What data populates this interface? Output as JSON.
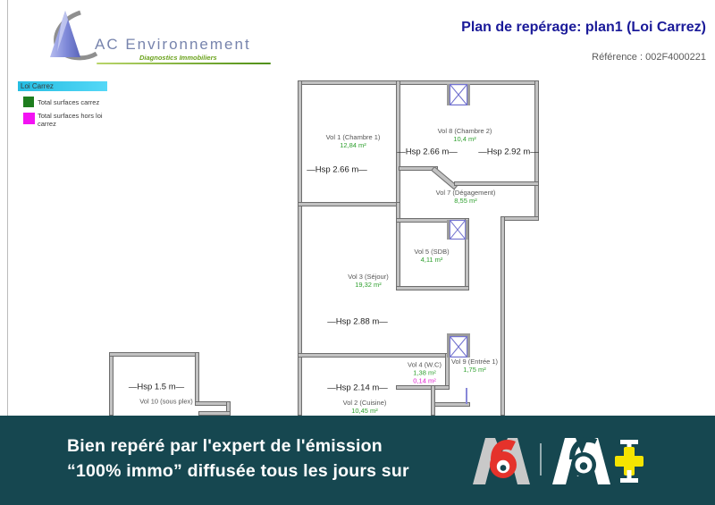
{
  "header": {
    "title": "Plan de repérage: plan1 (Loi Carrez)",
    "reference": "Référence : 002F4000221",
    "logo_name": "AC Environnement",
    "logo_tagline": "Diagnostics Immobiliers"
  },
  "legend": {
    "title": "Loi Carrez",
    "carrez_label": "Total surfaces carrez",
    "hors_label": "Total surfaces hors loi carrez"
  },
  "plan": {
    "rooms": {
      "vol1": {
        "name": "Vol 1 (Chambre 1)",
        "area": "12,84 m²"
      },
      "vol2": {
        "name": "Vol 2 (Cuisine)",
        "area": "10,45 m²"
      },
      "vol3": {
        "name": "Vol 3 (Séjour)",
        "area": "19,32 m²"
      },
      "vol4": {
        "name": "Vol 4 (W.C)",
        "area": "1,38 m²",
        "area_hors": "0,14 m²"
      },
      "vol5": {
        "name": "Vol 5 (SDB)",
        "area": "4,11 m²"
      },
      "vol7": {
        "name": "Vol 7 (Dégagement)",
        "area": "8,55 m²"
      },
      "vol8": {
        "name": "Vol 8 (Chambre 2)",
        "area": "10,4 m²"
      },
      "vol9": {
        "name": "Vol 9 (Entrée 1)",
        "area": "1,75 m²"
      },
      "vol10": {
        "name": "Vol 10 (sous plex)"
      }
    },
    "heights": {
      "vol1": "—Hsp 2.66 m—",
      "vol8_left": "—Hsp 2.66 m—",
      "vol8_right": "—Hsp 2.92 m—",
      "vol3": "—Hsp 2.88 m—",
      "vol2": "—Hsp 2.14 m—",
      "vol10": "—Hsp 1.5 m—"
    }
  },
  "banner": {
    "line1": "Bien repéré par l'expert de l'émission",
    "line2": "“100% immo” diffusée tous les jours sur",
    "m6_logo": "M6",
    "m6plus_logo": "M6+"
  },
  "colors": {
    "title_navy": "#1a1a99",
    "legend_bar_cyan": "#35c8ea",
    "carrez_green": "#1e7d1e",
    "hors_magenta": "#f312f3",
    "area_green": "#2fa02f",
    "area_hors_magenta": "#e01fd0",
    "banner_teal": "#164750",
    "m6_red": "#e5322b",
    "m6_gray": "#c9c9c9",
    "m6plus_yellow": "#f5e400",
    "wall_gray": "#c2c2c2",
    "window_blue": "#7272cf"
  }
}
